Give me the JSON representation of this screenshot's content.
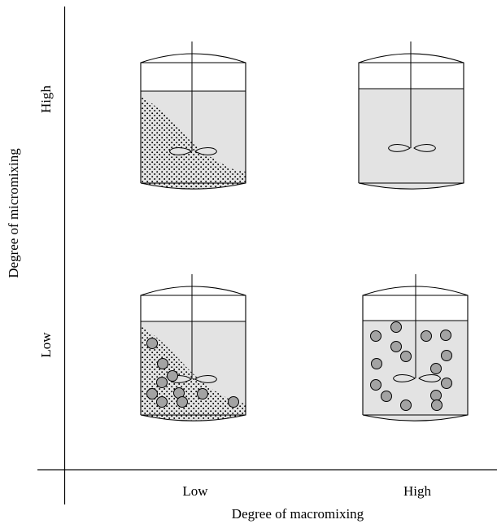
{
  "axes": {
    "x_title": "Degree of macromixing",
    "y_title": "Degree of micromixing",
    "x_low": "Low",
    "x_high": "High",
    "y_low": "Low",
    "y_high": "High"
  },
  "colors": {
    "liquid": "#e3e3e3",
    "stroke": "#000000",
    "particle_fill": "#a3a3a3",
    "background": "#ffffff"
  },
  "panels": [
    {
      "id": "low-macro-high-micro",
      "macromixing": "Low",
      "micromixing": "High",
      "dotted_dead_zone": true,
      "particles": false
    },
    {
      "id": "high-macro-high-micro",
      "macromixing": "High",
      "micromixing": "High",
      "dotted_dead_zone": false,
      "particles": false
    },
    {
      "id": "low-macro-low-micro",
      "macromixing": "Low",
      "micromixing": "Low",
      "dotted_dead_zone": true,
      "particles": true
    },
    {
      "id": "high-macro-low-micro",
      "macromixing": "High",
      "micromixing": "Low",
      "dotted_dead_zone": false,
      "particles": true
    }
  ]
}
